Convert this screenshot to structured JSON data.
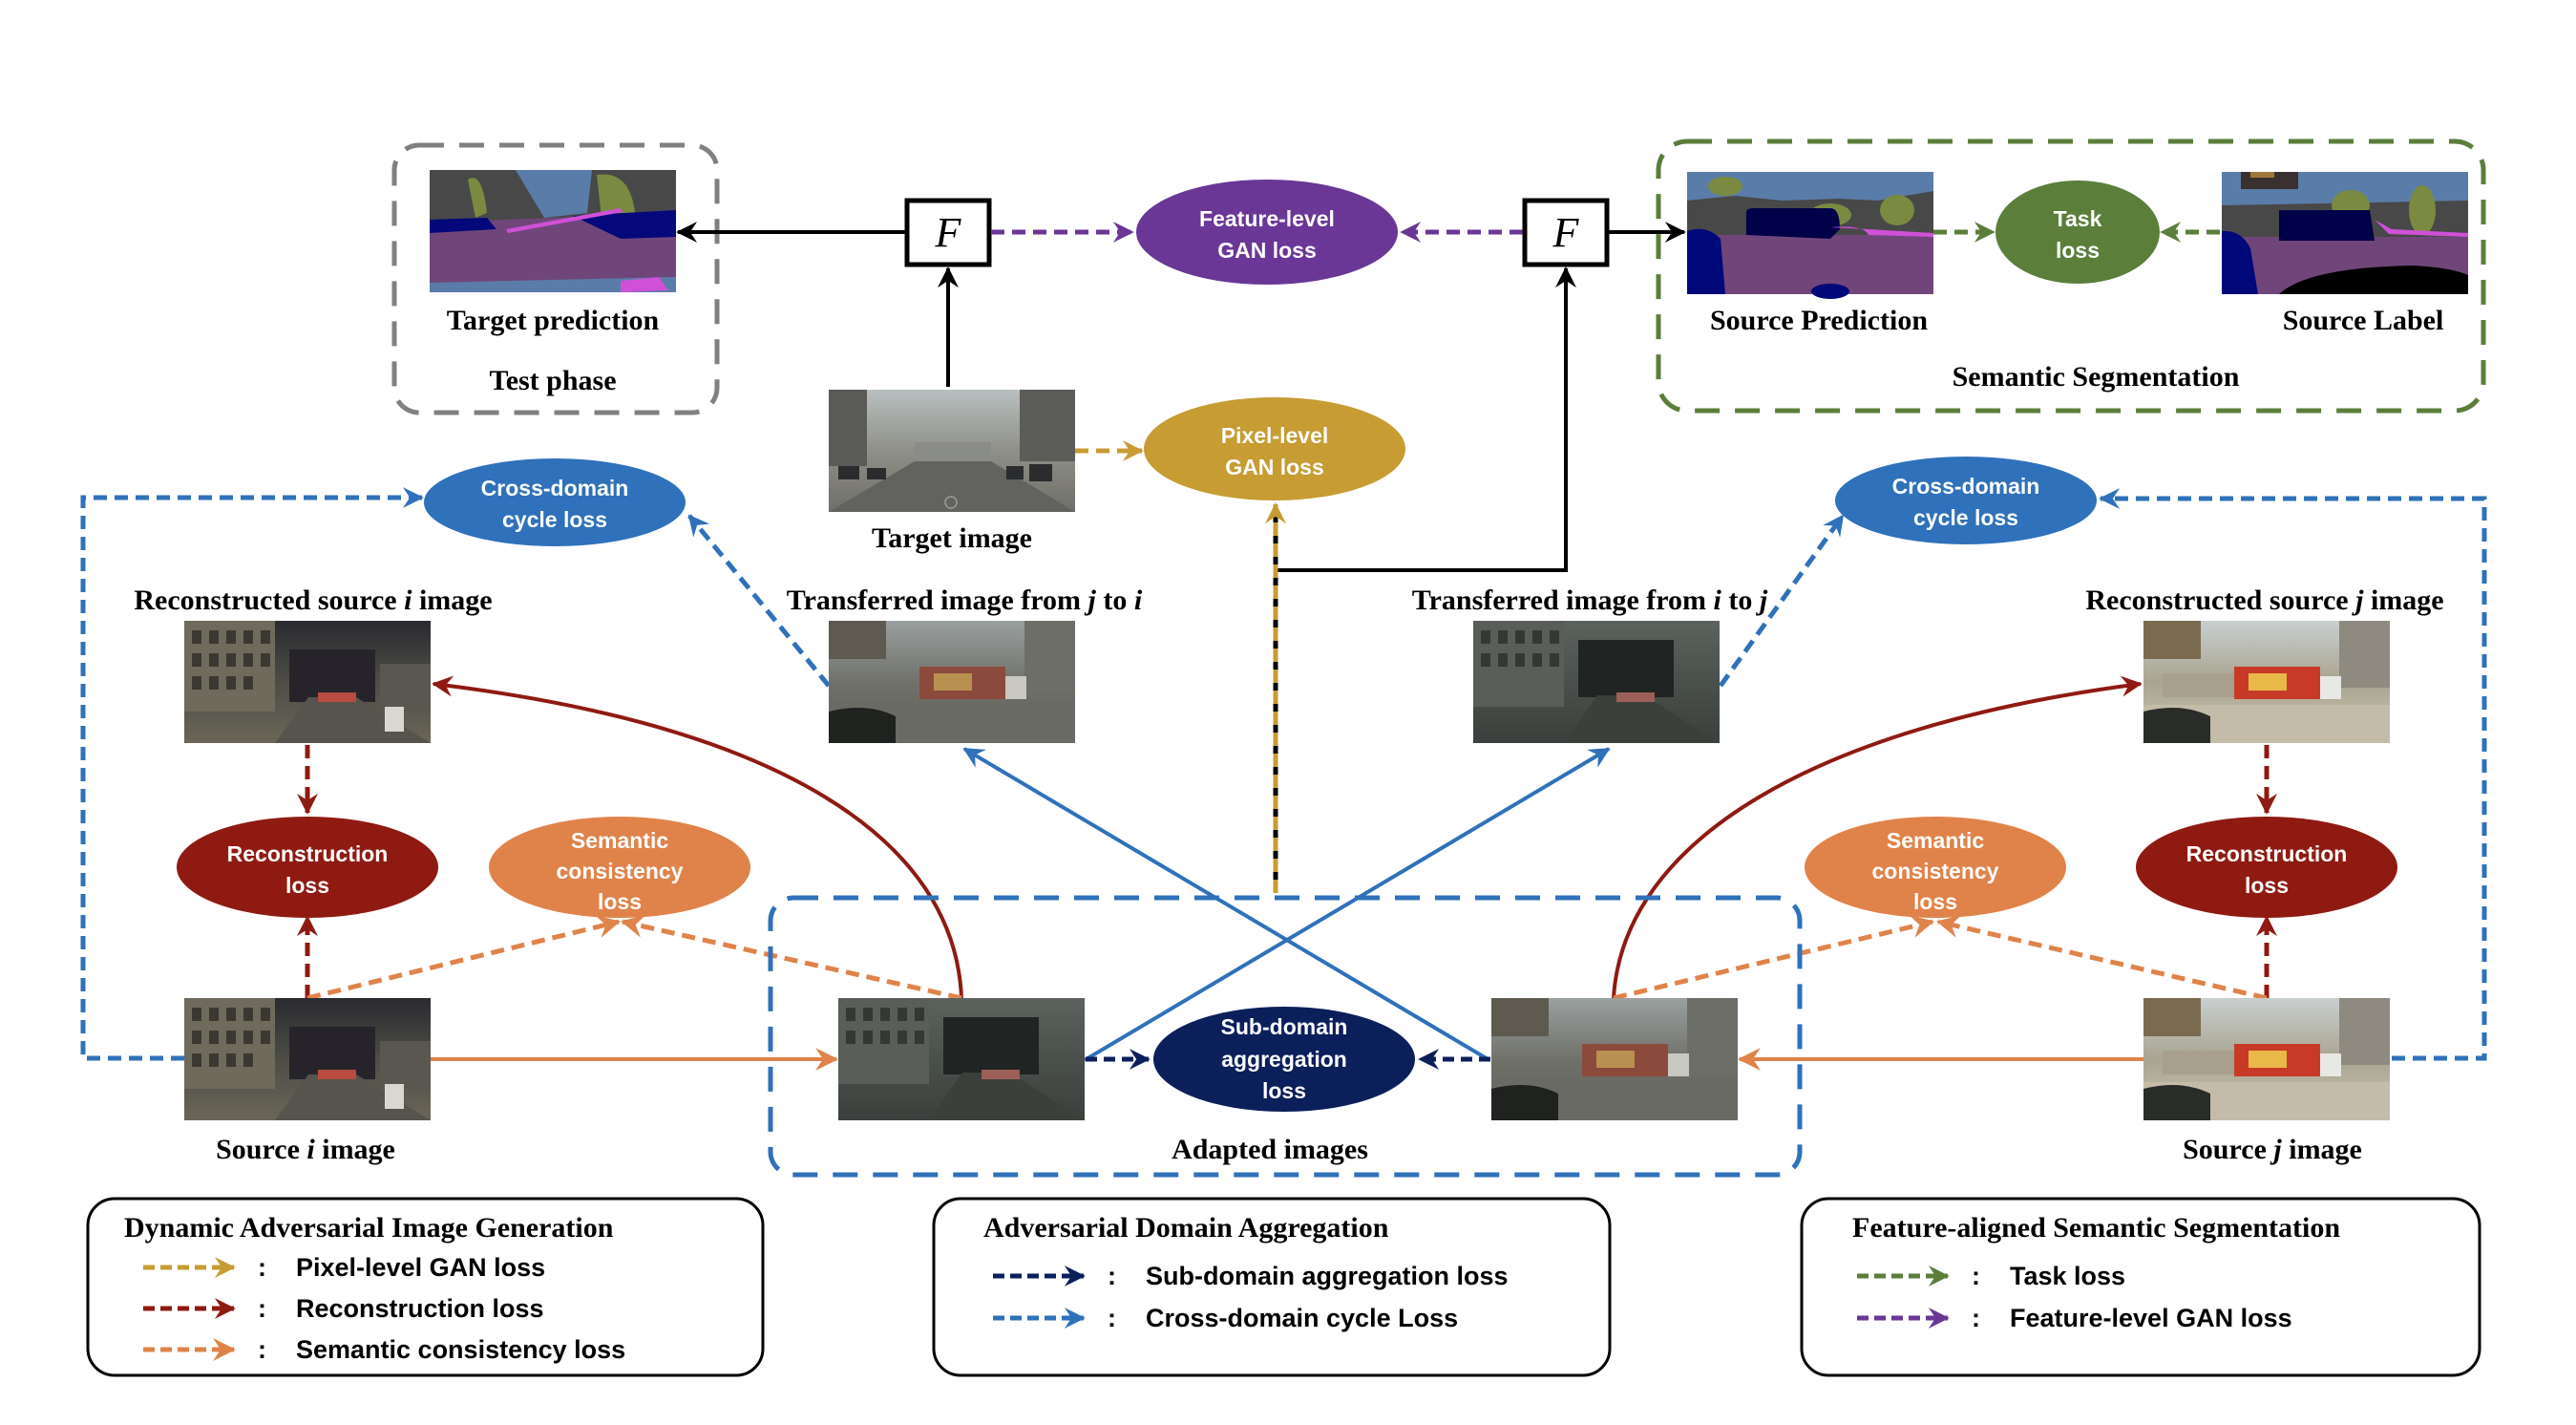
{
  "colors": {
    "pixel_gan": "#c69c33",
    "reconstruction": "#8f1a12",
    "semantic": "#e0834a",
    "sub_domain": "#0b1f5b",
    "cross_domain": "#2f71ba",
    "task": "#5b7e3a",
    "feature_gan": "#6a3796",
    "test_box": "#808080",
    "black": "#000000"
  },
  "top": {
    "test_phase": {
      "image_label": "Target prediction",
      "box_label": "Test phase"
    },
    "f_left": "F",
    "f_right": "F",
    "feature_gan": [
      "Feature-level",
      "GAN loss"
    ],
    "target_image_label": "Target image",
    "pixel_gan": [
      "Pixel-level",
      "GAN loss"
    ],
    "semantic_segmentation": {
      "source_prediction_label": "Source Prediction",
      "source_label_label": "Source Label",
      "task_loss": [
        "Task",
        "loss"
      ],
      "box_label": "Semantic Segmentation"
    }
  },
  "middle": {
    "cross_domain_left": [
      "Cross-domain",
      "cycle loss"
    ],
    "cross_domain_right": [
      "Cross-domain",
      "cycle loss"
    ],
    "recon_i_label_parts": [
      "Reconstructed source ",
      "i",
      " image"
    ],
    "recon_j_label_parts": [
      "Reconstructed source ",
      "j",
      " image"
    ],
    "transfer_j_to_i_parts": [
      "Transferred image from ",
      "j",
      " to ",
      "i"
    ],
    "transfer_i_to_j_parts": [
      "Transferred image from ",
      "i",
      " to ",
      "j"
    ],
    "reconstruction_left": [
      "Reconstruction",
      "loss"
    ],
    "reconstruction_right": [
      "Reconstruction",
      "loss"
    ],
    "semantic_left": [
      "Semantic",
      "consistency",
      "loss"
    ],
    "semantic_right": [
      "Semantic",
      "consistency",
      "loss"
    ],
    "sub_domain": [
      "Sub-domain",
      "aggregation",
      "loss"
    ],
    "source_i_label_parts": [
      "Source ",
      "i",
      " image"
    ],
    "source_j_label_parts": [
      "Source ",
      "j",
      " image"
    ],
    "adapted_images_label": "Adapted images"
  },
  "legends": [
    {
      "title": "Dynamic Adversarial Image Generation",
      "items": [
        {
          "color_key": "pixel_gan",
          "label": "Pixel-level GAN loss"
        },
        {
          "color_key": "reconstruction",
          "label": "Reconstruction loss"
        },
        {
          "color_key": "semantic",
          "label": "Semantic consistency loss"
        }
      ]
    },
    {
      "title": "Adversarial Domain Aggregation",
      "items": [
        {
          "color_key": "sub_domain",
          "label": "Sub-domain aggregation loss"
        },
        {
          "color_key": "cross_domain",
          "label": "Cross-domain cycle Loss"
        }
      ]
    },
    {
      "title": "Feature-aligned Semantic Segmentation",
      "items": [
        {
          "color_key": "task",
          "label": "Task loss"
        },
        {
          "color_key": "feature_gan",
          "label": "Feature-level GAN loss"
        }
      ]
    }
  ],
  "legend_separator": ":"
}
